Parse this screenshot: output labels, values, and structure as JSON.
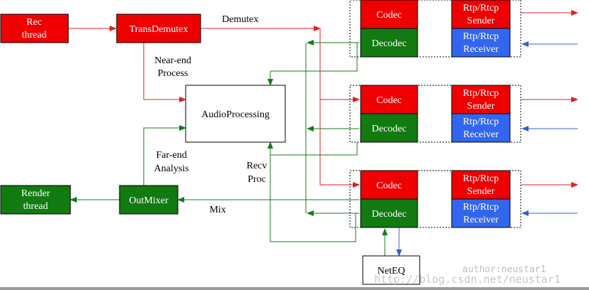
{
  "colors": {
    "red": "#ee0000",
    "green": "#117a11",
    "blue": "#3366ee",
    "line_red": "#e02020",
    "line_green": "#1a7a1a",
    "line_blue": "#3060e0"
  },
  "nodes": {
    "rec_thread": [
      "Rec",
      "thread"
    ],
    "trans_demutex": "TransDemutex",
    "audio_processing": "AudioProcessing",
    "render_thread": [
      "Render",
      "thread"
    ],
    "outmixer": "OutMixer",
    "neteq": "NetEQ"
  },
  "channel": {
    "codec": "Codec",
    "decodec": "Decodec",
    "sender": [
      "Rtp/Rtcp",
      "Sender"
    ],
    "receiver": [
      "Rtp/Rtcp",
      "Receiver"
    ]
  },
  "labels": {
    "demutex": "Demutex",
    "near_end": [
      "Near-end",
      "Process"
    ],
    "far_end": [
      "Far-end",
      "Analysis"
    ],
    "recv_proc": [
      "Recv",
      "Proc"
    ],
    "mix": "Mix"
  },
  "watermark": {
    "url": "http://blog.csdn.net/neustar1",
    "author": "author:neustar1"
  }
}
